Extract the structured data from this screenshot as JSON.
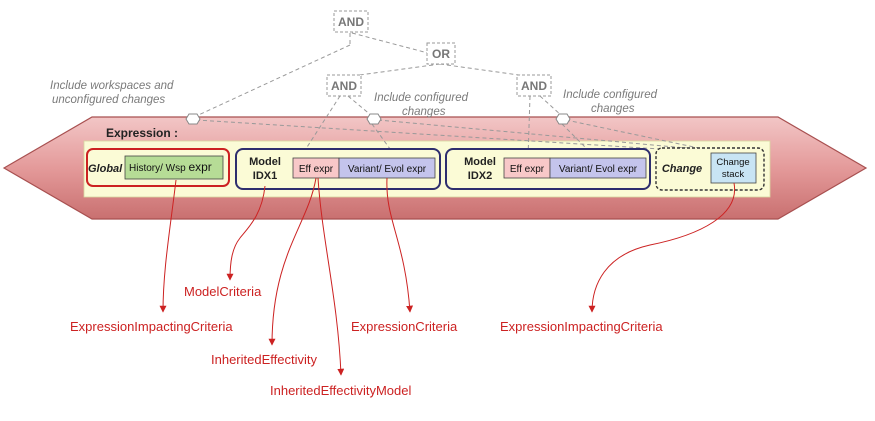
{
  "nodes": {
    "and_top": "AND",
    "or_node": "OR",
    "and_left": "AND",
    "and_right": "AND"
  },
  "notes": {
    "workspaces_1": "Include workspaces and",
    "workspaces_2": "unconfigured changes",
    "configured_left_1": "Include configured",
    "configured_left_2": "changes",
    "configured_right_1": "Include configured",
    "configured_right_2": "changes"
  },
  "expression": {
    "title": "Expression :",
    "global": {
      "label": "Global",
      "history": "History/ Wsp ",
      "expr": "expr"
    },
    "model1": {
      "label_1": "Model",
      "label_2": "IDX1",
      "eff": "Eff expr",
      "variant": "Variant/ Evol expr"
    },
    "model2": {
      "label_1": "Model",
      "label_2": "IDX2",
      "eff": "Eff expr",
      "variant": "Variant/ Evol expr"
    },
    "change": {
      "label": "Change",
      "stack_1": "Change",
      "stack_2": "stack"
    }
  },
  "criteria": {
    "model": "ModelCriteria",
    "impacting_left": "ExpressionImpactingCriteria",
    "inherited": "InheritedEffectivity",
    "inherited_model": "InheritedEffectivityModel",
    "expression": "ExpressionCriteria",
    "impacting_right": "ExpressionImpactingCriteria"
  },
  "colors": {
    "arrow_fill": "#e7a0a0",
    "arrow_stroke": "#b05050",
    "inner_panel": "#fafad0",
    "global_border": "#cc2222",
    "history_fill": "#b6dc96",
    "model_border": "#2e2e6e",
    "eff_fill": "#f8c8c8",
    "variant_fill": "#c4c4ec",
    "connector_red": "#cc2222",
    "dashed_gray": "#999999"
  }
}
